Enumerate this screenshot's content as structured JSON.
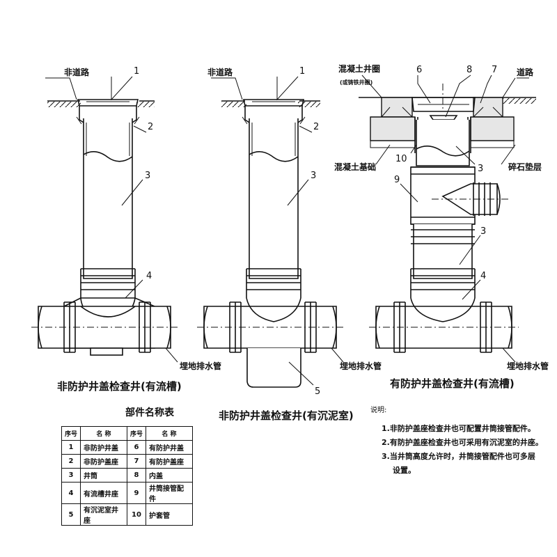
{
  "diagrams": {
    "left": {
      "road_label": "非道路",
      "callouts": [
        "1",
        "2",
        "3",
        "4"
      ],
      "pipe_label": "埋地排水管",
      "caption": "非防护井盖检查井(有流槽)"
    },
    "middle": {
      "road_label": "非道路",
      "callouts": [
        "1",
        "2",
        "3",
        "5"
      ],
      "pipe_label": "埋地排水管",
      "caption": "非防护井盖检查井(有沉泥室)"
    },
    "right": {
      "ring_label": "混凝土井圈",
      "ring_sub": "(或铸铁井圈)",
      "road_label": "道路",
      "callouts": [
        "6",
        "8",
        "7",
        "10",
        "3",
        "9",
        "3",
        "4"
      ],
      "base_label": "混凝土基础",
      "gravel_label": "碎石垫层",
      "pipe_label": "埋地排水管",
      "caption": "有防护井盖检查井(有流槽)"
    }
  },
  "parts_table": {
    "title": "部件名称表",
    "headers": [
      "序号",
      "名  称",
      "序号",
      "名  称"
    ],
    "rows": [
      [
        "1",
        "非防护井盖",
        "6",
        "有防护井盖"
      ],
      [
        "2",
        "非防护盖座",
        "7",
        "有防护盖座"
      ],
      [
        "3",
        "井筒",
        "8",
        "内盖"
      ],
      [
        "4",
        "有流槽井座",
        "9",
        "井筒接管配件"
      ],
      [
        "5",
        "有沉泥室井座",
        "10",
        "护套管"
      ]
    ]
  },
  "notes": {
    "title": "说明:",
    "items": [
      "1.非防护盖座检查井也可配置井筒接管配件。",
      "2.有防护盖座检查井也可采用有沉泥室的井座。",
      "3.当井筒高度允许时，井筒接管配件也可多层",
      "设置。"
    ]
  }
}
